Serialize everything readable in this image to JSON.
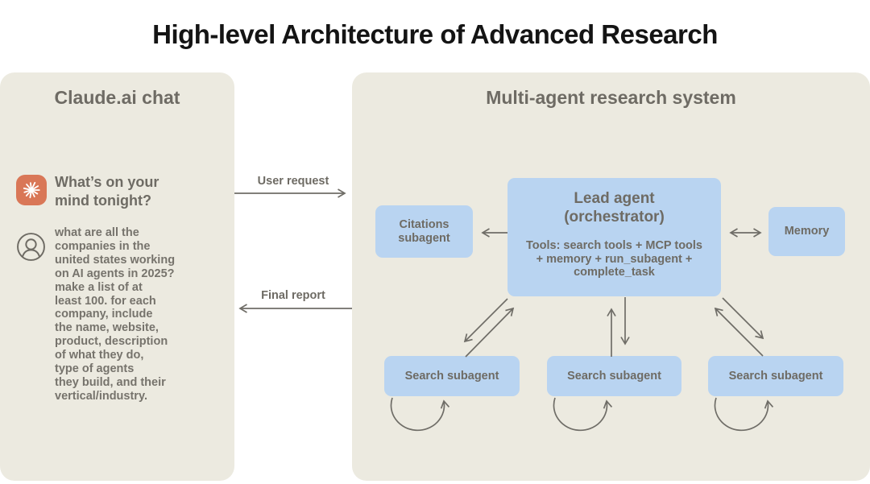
{
  "title": "High-level Architecture of Advanced Research",
  "left_panel": {
    "title": "Claude.ai chat",
    "assistant_prompt": "What’s on your\nmind tonight?",
    "user_message": "what are all the\ncompanies in the\nunited states working\non AI agents in 2025?\nmake a list of at\nleast 100. for each\ncompany, include\nthe name, website,\nproduct, description\nof what they do,\ntype of agents\nthey build, and their\nvertical/industry."
  },
  "flow": {
    "user_request_label": "User request",
    "final_report_label": "Final report"
  },
  "right_panel": {
    "title": "Multi-agent research system",
    "lead_agent": {
      "title": "Lead agent\n(orchestrator)",
      "tools": "Tools: search tools + MCP tools\n+ memory + run_subagent +\ncomplete_task"
    },
    "citations_subagent": {
      "label": "Citations\nsubagent"
    },
    "memory": {
      "label": "Memory"
    },
    "search_subagents": [
      {
        "label": "Search subagent"
      },
      {
        "label": "Search subagent"
      },
      {
        "label": "Search subagent"
      }
    ]
  },
  "icons": {
    "claude_logo": "claude-starburst-icon",
    "user_avatar": "user-avatar-icon"
  },
  "colors": {
    "panel_bg": "#eceae0",
    "agent_box_bg": "#b9d4f1",
    "accent_orange": "#d97757",
    "text_gray": "#6e6b64",
    "arrow_gray": "#6f6d67",
    "title_ink": "#141414"
  }
}
